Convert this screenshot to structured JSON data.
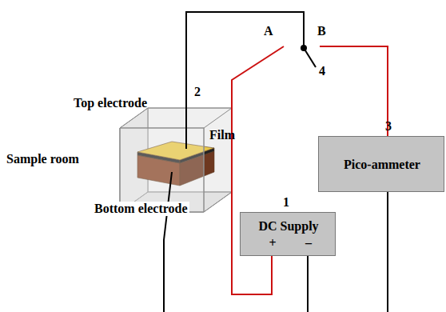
{
  "diagram": {
    "nodes": [
      {
        "text": [
          "3",
          "Pico-ammeter"
        ]
      },
      {
        "text": [
          "1",
          "DC Supply",
          "+",
          "–"
        ]
      }
    ],
    "labels": [
      "A",
      "B",
      "4",
      "2",
      "Top electrode",
      "Film",
      "Sample room",
      "Bottom electrode"
    ]
  }
}
